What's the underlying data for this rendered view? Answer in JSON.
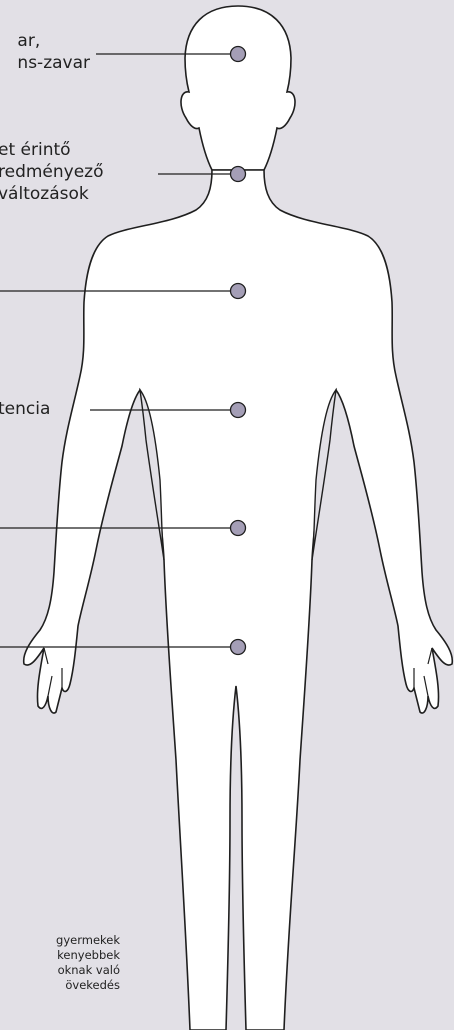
{
  "colors": {
    "background": "#e2e0e6",
    "body_fill": "#ffffff",
    "outline": "#1f1f1f",
    "marker_fill": "#a49eb6"
  },
  "labels": {
    "head": [
      "ar,",
      "ns-zavar"
    ],
    "neck": [
      "et érintő",
      "redményező",
      "változások"
    ],
    "chest": [],
    "abdomen": [
      "tencia"
    ],
    "pelvis": [],
    "groin": []
  },
  "note": [
    "gyermekek",
    "kenyebbek",
    "oknak való",
    "övekedés"
  ]
}
